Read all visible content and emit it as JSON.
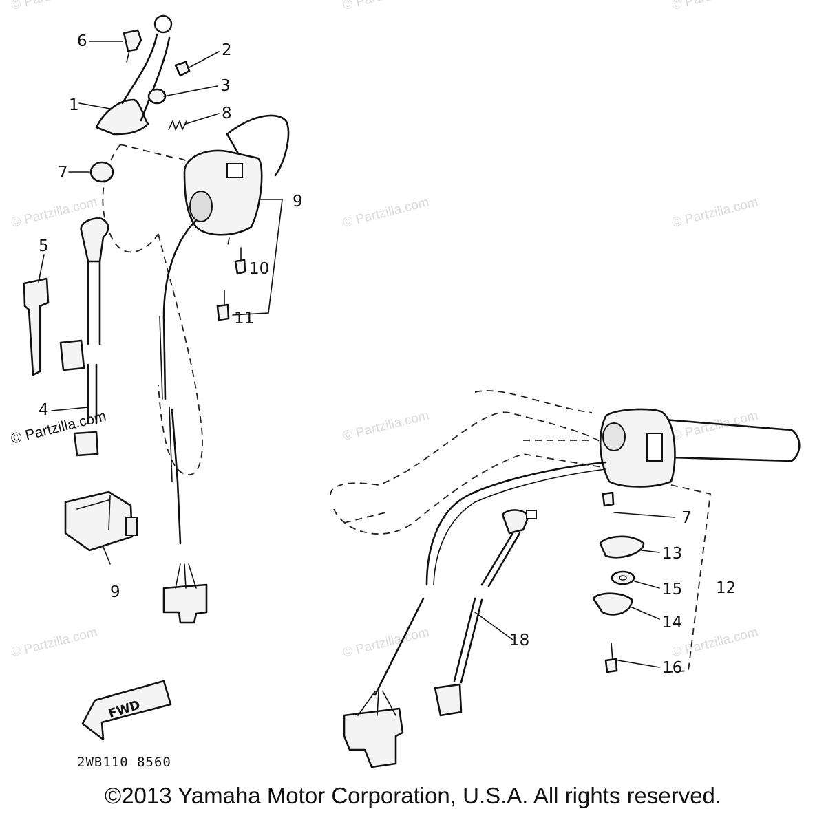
{
  "callouts": {
    "c1": "1",
    "c2": "2",
    "c3": "3",
    "c4": "4",
    "c5": "5",
    "c6": "6",
    "c7a": "7",
    "c8": "8",
    "c9a": "9",
    "c9b": "9",
    "c10": "10",
    "c11": "11",
    "c7b": "7",
    "c12": "12",
    "c13": "13",
    "c14": "14",
    "c15": "15",
    "c16": "16",
    "c18": "18"
  },
  "watermark": "© Partzilla.com",
  "fwd_label": "FWD",
  "diagram_code": "2WB110 8560",
  "copyright": "©2013 Yamaha Motor Corporation, U.S.A. All rights reserved."
}
